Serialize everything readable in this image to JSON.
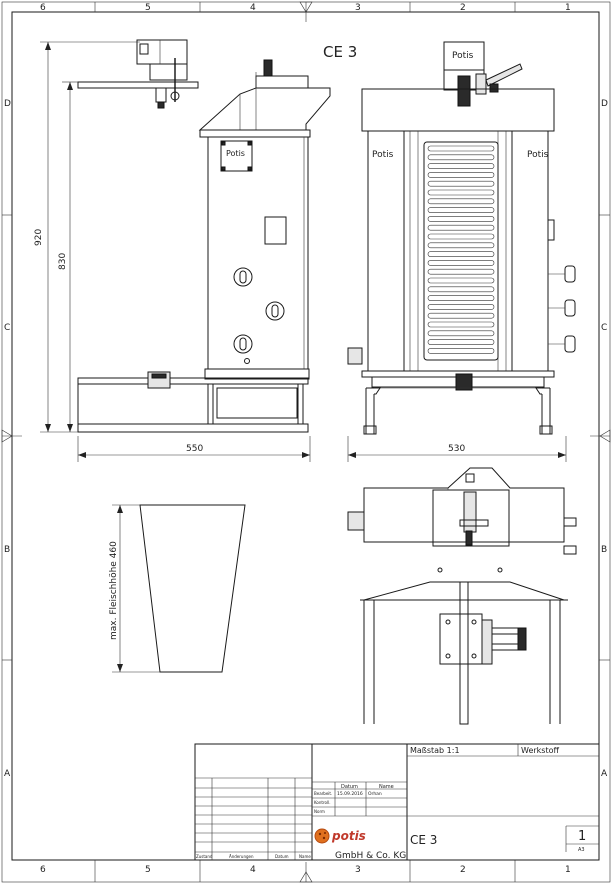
{
  "frame": {
    "top_zone_labels": [
      "6",
      "5",
      "4",
      "3",
      "2",
      "1"
    ],
    "bottom_zone_labels": [
      "6",
      "5",
      "4",
      "3",
      "2",
      "1"
    ],
    "left_zone_labels": [
      "D",
      "C",
      "B",
      "A"
    ],
    "right_zone_labels": [
      "D",
      "C",
      "B",
      "A"
    ]
  },
  "drawing": {
    "model_title": "CE 3",
    "brand_label": "Potis",
    "dimensions": {
      "total_height": "920",
      "body_height": "830",
      "side_width": "550",
      "front_width": "530",
      "meat_height": "max. Fleischhöhe 460"
    }
  },
  "title_block": {
    "scale": "Maßstab 1:1",
    "material": "Werkstoff",
    "col_datum": "Datum",
    "col_name": "Name",
    "row_bearb": "Bearbeit.",
    "row_bearb_date": "15.09.2016",
    "row_bearb_name": "Orhan",
    "row_kontr": "Kontroll.",
    "row_norm": "Norm",
    "rev_zustand": "Zustand",
    "rev_aenderung": "Änderungen",
    "rev_datum": "Datum",
    "rev_name": "Name",
    "company_logo": "potis",
    "company_name": "GmbH & Co. KG",
    "drawing_name": "CE  3",
    "sheet_number": "1",
    "sheet_format": "A3"
  },
  "colors": {
    "line": "#1a1a1a",
    "logo": "#d9531e",
    "logo_text": "#c0392b"
  }
}
